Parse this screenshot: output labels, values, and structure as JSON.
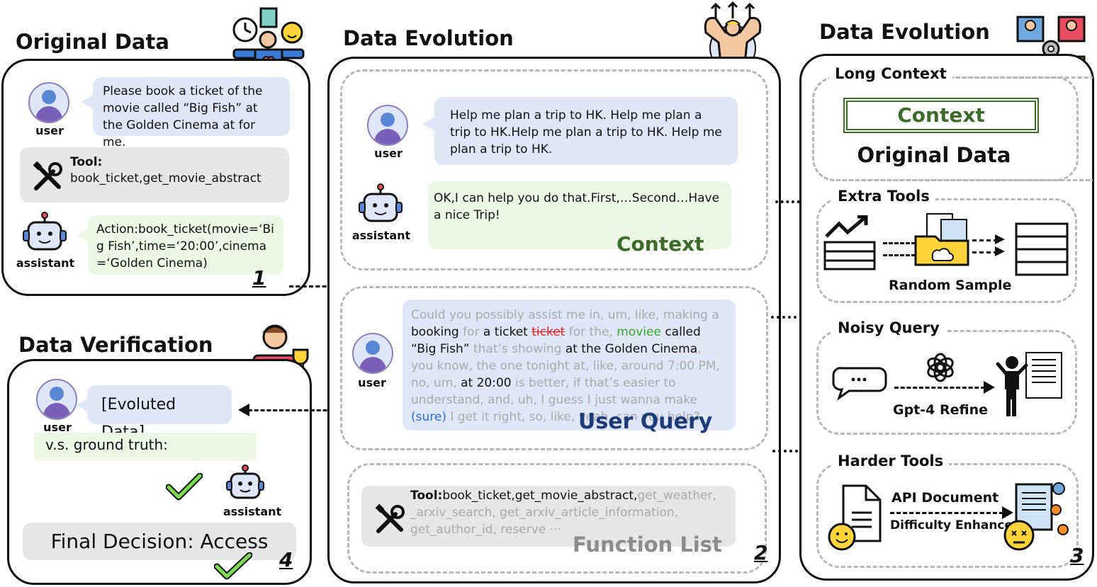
{
  "original": {
    "title": "Original Data",
    "user_label": "user",
    "user_msg": "Please book a ticket of the movie called “Big Fish” at the Golden Cinema at for me.",
    "tool_title": "Tool:",
    "tool_list": "book_ticket,get_movie_abstract",
    "assistant_label": "assistant",
    "assistant_msg": "Action:book_ticket(movie=‘Big Fish’,time=‘20:00’,cinema=‘Golden Cinema)",
    "step": "1"
  },
  "verification": {
    "title": "Data Verification",
    "user_label": "user",
    "evoluted": "[Evoluted Data]",
    "vs": "v.s. ground truth:",
    "assistant_label": "assistant",
    "decision": "Final Decision: Access",
    "step": "4"
  },
  "evolution_mid": {
    "title": "Data Evolution",
    "context_user_label": "user",
    "context_user_msg": "Help me plan a trip to HK. Help me plan a trip to HK.Help me plan a trip to HK. Help me plan a trip to HK.",
    "context_assistant_label": "assistant",
    "context_assistant_msg": "OK,I can help you do that.First,…Second…Have a nice Trip!",
    "context_label": "Context",
    "query_user_label": "user",
    "query_segments": [
      {
        "text": "Could you possibly assist me in, um, like, making a ",
        "style": "grey"
      },
      {
        "text": "booking",
        "style": "black"
      },
      {
        "text": " for ",
        "style": "grey"
      },
      {
        "text": "a ticket ",
        "style": "black"
      },
      {
        "text": "ticket",
        "style": "strike"
      },
      {
        "text": " for the, ",
        "style": "grey"
      },
      {
        "text": "moviee",
        "style": "green"
      },
      {
        "text": " called “Big Fish” ",
        "style": "black"
      },
      {
        "text": "that’s showing ",
        "style": "grey"
      },
      {
        "text": "at the Golden Cinema",
        "style": "black"
      },
      {
        "text": ", you know, the one tonight at, like, around 7:00 PM, no, um, ",
        "style": "grey"
      },
      {
        "text": "at 20:00",
        "style": "black"
      },
      {
        "text": " is better, if that’s easier to understand, and, uh, I guess I just wanna make ",
        "style": "grey"
      },
      {
        "text": "(sure)",
        "style": "blue"
      },
      {
        "text": "  I get it right, so, like, yeah, can you help?",
        "style": "grey"
      }
    ],
    "query_label": "User Query",
    "fn_tool_title": "Tool:",
    "fn_tool_black": "book_ticket,get_movie_abstract,",
    "fn_tool_grey": "get_weather, _arxiv_search,   get_arxiv_article_information, get_author_id, reserve ···",
    "fn_label": "Function List",
    "step": "2"
  },
  "evolution_right": {
    "title": "Data Evolution",
    "long_context": "Long Context",
    "context_box": "Context",
    "original_data": "Original Data",
    "extra_tools": "Extra Tools",
    "random_sample": "Random Sample",
    "noisy_query": "Noisy Query",
    "gpt_refine": "Gpt-4 Refine",
    "harder_tools": "Harder Tools",
    "api_document": "API Document",
    "difficulty": "Difficulty Enhance",
    "step": "3"
  },
  "colors": {
    "user_bubble": "#dfe6f7",
    "assistant_bubble": "#eef7e6",
    "tool_bubble": "#e6e6e6",
    "context_green": "#3d6b2a",
    "query_navy": "#1f3a78",
    "strike_red": "#e02020",
    "typo_green": "#3aa52a",
    "sure_blue": "#2a6bd6",
    "check_green": "#7ed957"
  },
  "icons": [
    "people-icon",
    "muscle-man-icon",
    "team-icon",
    "user-avatar-icon",
    "robot-icon",
    "tools-icon",
    "winner-icon",
    "check-icon",
    "chart-icon",
    "folder-icon",
    "table-icon",
    "chat-icon",
    "openai-icon",
    "presenter-icon",
    "document-icon",
    "smiley-icon",
    "dizzy-face-icon",
    "gear-icon"
  ]
}
